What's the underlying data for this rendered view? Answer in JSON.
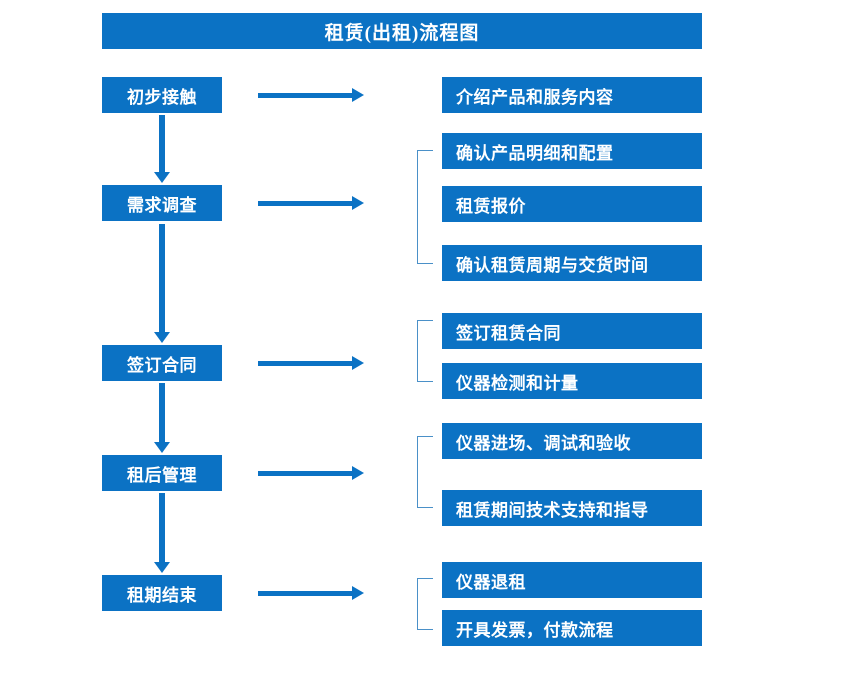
{
  "page": {
    "title": "租赁(出租)流程图",
    "accent_color": "#0B72C4",
    "bracket_color": "#4A90C8",
    "background_color": "#FFFFFF"
  },
  "stages": [
    {
      "id": "initial-contact",
      "label": "初步接触"
    },
    {
      "id": "needs-survey",
      "label": "需求调查"
    },
    {
      "id": "sign-contract",
      "label": "签订合同"
    },
    {
      "id": "post-rental-mgmt",
      "label": "租后管理"
    },
    {
      "id": "lease-end",
      "label": "租期结束"
    }
  ],
  "details": [
    {
      "id": "introduce-products",
      "label": "介绍产品和服务内容"
    },
    {
      "id": "confirm-spec",
      "label": "确认产品明细和配置"
    },
    {
      "id": "rental-quote",
      "label": "租赁报价"
    },
    {
      "id": "confirm-term",
      "label": "确认租赁周期与交货时间"
    },
    {
      "id": "sign-lease-contract",
      "label": "签订租赁合同"
    },
    {
      "id": "instrument-test",
      "label": "仪器检测和计量"
    },
    {
      "id": "instrument-install",
      "label": "仪器进场、调试和验收"
    },
    {
      "id": "tech-support",
      "label": "租赁期间技术支持和指导"
    },
    {
      "id": "instrument-return",
      "label": "仪器退租"
    },
    {
      "id": "invoice-payment",
      "label": "开具发票，付款流程"
    }
  ],
  "connectors": {
    "horizontal_arrow_count": 5,
    "vertical_arrow_count": 4,
    "bracket_count": 4
  }
}
